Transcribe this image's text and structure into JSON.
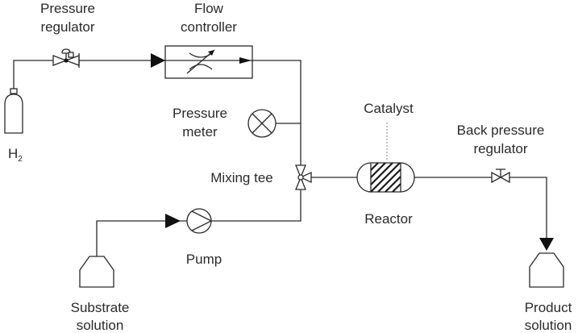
{
  "diagram": {
    "labels": {
      "pressure_regulator_1": "Pressure",
      "pressure_regulator_2": "regulator",
      "flow_controller_1": "Flow",
      "flow_controller_2": "controller",
      "pressure_meter_1": "Pressure",
      "pressure_meter_2": "meter",
      "catalyst": "Catalyst",
      "back_pressure_regulator_1": "Back pressure",
      "back_pressure_regulator_2": "regulator",
      "h2_main": "H",
      "h2_sub": "2",
      "mixing_tee": "Mixing tee",
      "reactor": "Reactor",
      "pump": "Pump",
      "substrate_solution_1": "Substrate",
      "substrate_solution_2": "solution",
      "product_solution_1": "Product",
      "product_solution_2": "solution"
    },
    "colors": {
      "line": "#2a2a2a",
      "hatch": "#1a1a1a"
    }
  }
}
